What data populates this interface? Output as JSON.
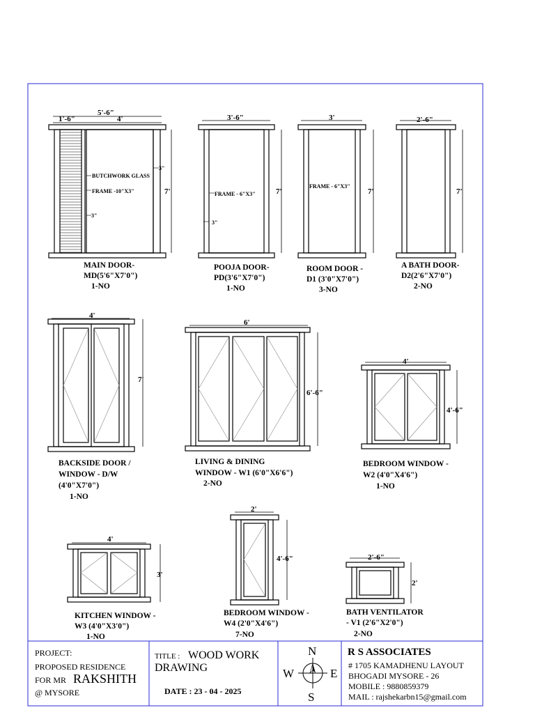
{
  "doors": {
    "main": {
      "dims": {
        "total": "5'-6\"",
        "side": "1'-6\"",
        "leaf": "4'",
        "height": "7'",
        "top": "3\"",
        "bottom": "3\""
      },
      "notes": {
        "glass": "BUTCHWORK GLASS",
        "frame": "FRAME -10\"X3\""
      },
      "label": [
        "MAIN DOOR-",
        "MD(5'6\"X7'0\")",
        "1-NO"
      ]
    },
    "pooja": {
      "dims": {
        "width": "3'-6\"",
        "height": "7'",
        "bottom": "3\""
      },
      "notes": {
        "frame": "FRAME - 6\"X3\""
      },
      "label": [
        "POOJA DOOR-",
        "PD(3'6\"X7'0\")",
        "1-NO"
      ]
    },
    "room": {
      "dims": {
        "width": "3'",
        "height": "7'"
      },
      "notes": {
        "frame": "FRAME - 6\"X3\""
      },
      "label": [
        "ROOM DOOR -",
        "D1 (3'0\"X7'0\")",
        "3-NO"
      ]
    },
    "bath": {
      "dims": {
        "width": "2'-6\"",
        "height": "7'"
      },
      "label": [
        "A BATH DOOR-",
        "D2(2'6\"X7'0\")",
        "2-NO"
      ]
    }
  },
  "windows": {
    "backside": {
      "dims": {
        "width": "4'",
        "height": "7'"
      },
      "label": [
        "BACKSIDE DOOR /",
        "WINDOW - D/W",
        "(4'0\"X7'0\")",
        "1-NO"
      ]
    },
    "living": {
      "dims": {
        "width": "6'",
        "height": "6'-6\""
      },
      "label": [
        "LIVING & DINING",
        "WINDOW - W1 (6'0\"X6'6\")",
        "2-NO"
      ]
    },
    "bedroom2": {
      "dims": {
        "width": "4'",
        "height": "4'-6\""
      },
      "label": [
        "BEDROOM WINDOW -",
        "W2 (4'0\"X4'6\")",
        "1-NO"
      ]
    },
    "kitchen": {
      "dims": {
        "width": "4'",
        "height": "3'"
      },
      "label": [
        "KITCHEN WINDOW -",
        "W3 (4'0\"X3'0\")",
        "1-NO"
      ]
    },
    "bedroom4": {
      "dims": {
        "width": "2'",
        "height": "4'-6\""
      },
      "label": [
        "BEDROOM WINDOW -",
        "W4 (2'0\"X4'6\")",
        "7-NO"
      ]
    },
    "ventilator": {
      "dims": {
        "width": "2'-6\"",
        "height": "2'"
      },
      "label": [
        "BATH VENTILATOR",
        "- V1 (2'6\"X2'0\")",
        "2-NO"
      ]
    }
  },
  "title_block": {
    "project_label": "PROJECT:",
    "project_line1": "PROPOSED  RESIDENCE",
    "project_for": "FOR  MR",
    "client_name": "RAKSHITH",
    "location": "@  MYSORE",
    "title_label": "TITLE :",
    "title_line1": "WOOD WORK",
    "title_line2": "DRAWING",
    "date": "DATE : 23 - 04 - 2025",
    "compass": {
      "n": "N",
      "s": "S",
      "e": "E",
      "w": "W"
    },
    "firm": "R S ASSOCIATES",
    "address1": "# 1705  KAMADHENU LAYOUT",
    "address2": "BHOGADI   MYSORE - 26",
    "mobile": "MOBILE : 9880859379",
    "mail": "MAIL : rajshekarbn15@gmail.com"
  },
  "colors": {
    "border": "#2a2ad4",
    "ink": "#000000",
    "hatch": "#555555"
  }
}
